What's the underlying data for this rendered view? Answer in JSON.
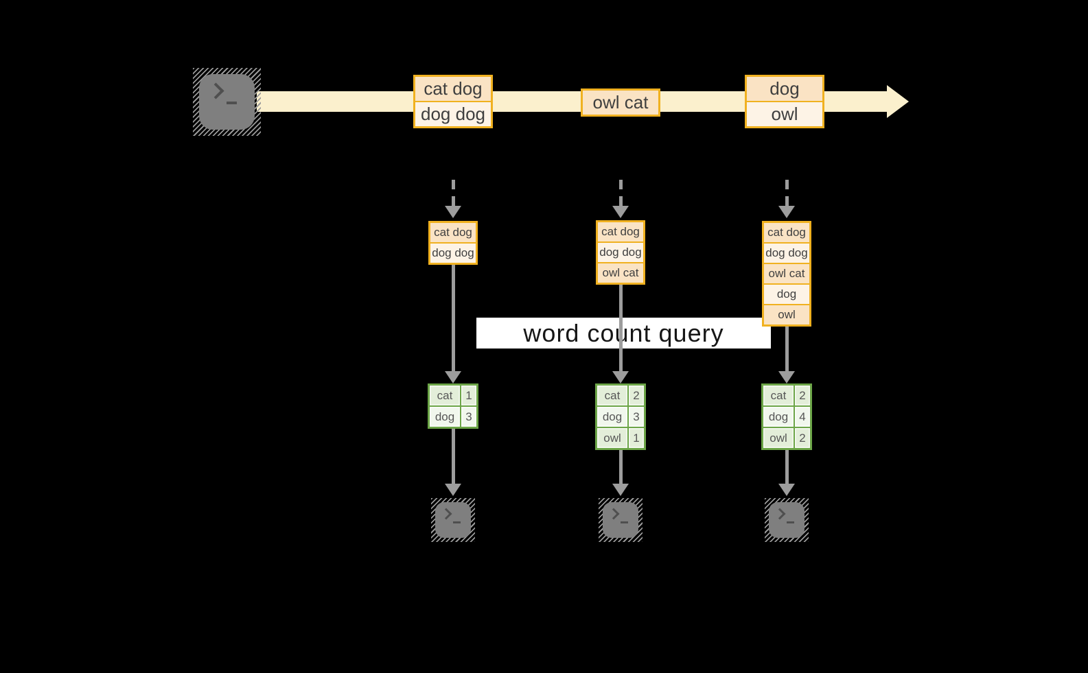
{
  "query_label": "word count query",
  "stream": {
    "source_icon": "terminal-icon",
    "batches": [
      {
        "lines": [
          "cat dog",
          "dog dog"
        ]
      },
      {
        "lines": [
          "owl cat"
        ]
      },
      {
        "lines": [
          "dog",
          "owl"
        ]
      }
    ]
  },
  "columns": [
    {
      "input_lines": [
        "cat dog",
        "dog dog"
      ],
      "counts": [
        {
          "word": "cat",
          "count": 1
        },
        {
          "word": "dog",
          "count": 3
        }
      ],
      "sink_icon": "terminal-icon"
    },
    {
      "input_lines": [
        "cat dog",
        "dog dog",
        "owl cat"
      ],
      "counts": [
        {
          "word": "cat",
          "count": 2
        },
        {
          "word": "dog",
          "count": 3
        },
        {
          "word": "owl",
          "count": 1
        }
      ],
      "sink_icon": "terminal-icon"
    },
    {
      "input_lines": [
        "cat dog",
        "dog dog",
        "owl cat",
        "dog",
        "owl"
      ],
      "counts": [
        {
          "word": "cat",
          "count": 2
        },
        {
          "word": "dog",
          "count": 4
        },
        {
          "word": "owl",
          "count": 2
        }
      ],
      "sink_icon": "terminal-icon"
    }
  ],
  "colors": {
    "background": "#000000",
    "stream_band": "#FBF0CD",
    "box_border": "#F0B120",
    "box_fill_dark": "#FAE3C4",
    "box_fill_light": "#FDF3E6",
    "table_border": "#6CA547",
    "table_fill_dark": "#E3EED9",
    "table_fill_light": "#F1F7ED",
    "arrow_gray": "#9D9D9D",
    "query_band_bg": "#FFFFFF",
    "query_text": "#161616"
  }
}
